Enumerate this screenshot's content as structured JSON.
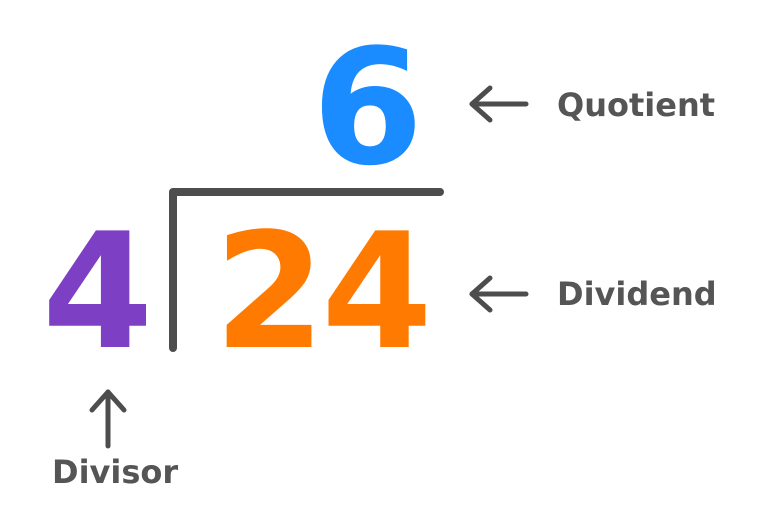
{
  "diagram": {
    "divisor": "4",
    "dividend": "24",
    "quotient": "6",
    "labels": {
      "quotient": "Quotient",
      "dividend": "Dividend",
      "divisor": "Divisor"
    }
  },
  "colors": {
    "divisor": "#7d3fc4",
    "dividend": "#ff7a00",
    "quotient": "#1a8cff",
    "lines": "#4d4d4d",
    "labels": "#555555"
  },
  "icons": [
    "arrow-left-icon",
    "arrow-left-icon",
    "arrow-up-icon"
  ]
}
